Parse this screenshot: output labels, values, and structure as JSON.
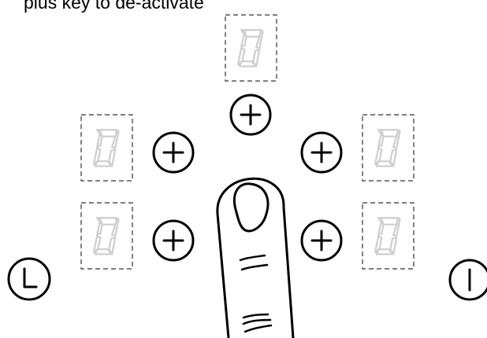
{
  "caption": "plus key to de-activate",
  "colors": {
    "ink": "#000000",
    "display_digit": "#dddddd",
    "display_frame": "#333333",
    "background": "#ffffff"
  },
  "displays": [
    {
      "name": "display-top-center",
      "digit": "0"
    },
    {
      "name": "display-middle-left",
      "digit": "0"
    },
    {
      "name": "display-middle-right",
      "digit": "0"
    },
    {
      "name": "display-bottom-left",
      "digit": "0"
    },
    {
      "name": "display-bottom-right",
      "digit": "0"
    }
  ],
  "keys": [
    {
      "name": "plus-key-top-center",
      "icon": "plus-icon"
    },
    {
      "name": "plus-key-middle-left",
      "icon": "plus-icon"
    },
    {
      "name": "plus-key-middle-right",
      "icon": "plus-icon"
    },
    {
      "name": "plus-key-bottom-left",
      "icon": "plus-icon"
    },
    {
      "name": "plus-key-bottom-right",
      "icon": "plus-icon"
    },
    {
      "name": "timer-key",
      "icon": "timer-icon"
    },
    {
      "name": "power-key",
      "icon": "power-icon"
    }
  ]
}
